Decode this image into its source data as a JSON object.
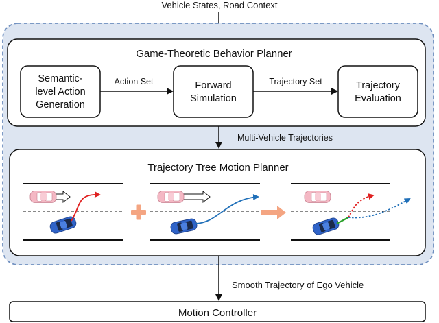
{
  "top_input": "Vehicle States, Road Context",
  "planner": {
    "title": "Game-Theoretic Behavior Planner",
    "box1": [
      "Semantic-",
      "level Action",
      "Generation"
    ],
    "box2": [
      "Forward",
      "Simulation"
    ],
    "box3": [
      "Trajectory",
      "Evaluation"
    ],
    "edge1": "Action Set",
    "edge2": "Trajectory Set"
  },
  "mid_edge": "Multi-Vehicle Trajectories",
  "motion": {
    "title": "Trajectory Tree Motion Planner"
  },
  "bottom_edge": "Smooth Trajectory of Ego Vehicle",
  "controller": "Motion Controller",
  "colors": {
    "dashed_border": "#6f8fbf",
    "container_fill": "#dde5f1",
    "ego_car": "#3366cc",
    "other_car": "#f4b8c4",
    "red_traj": "#e02020",
    "blue_traj": "#1f6fb8",
    "green_traj": "#2aa02a",
    "plus": "#f4a582",
    "fat_arrow": "#f4a582"
  }
}
